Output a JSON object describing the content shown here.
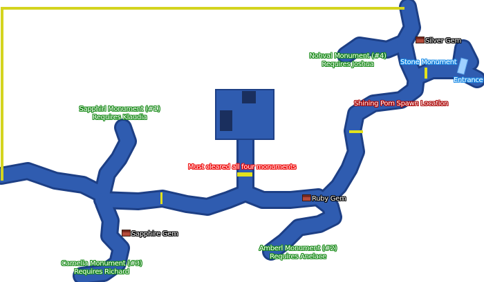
{
  "colors": {
    "corridor": "#2f5cb0",
    "corridor_edge": "#1d3f85",
    "boundary": "#d4d41e",
    "gate": "#e2e21c"
  },
  "labels": {
    "nohval": {
      "name": "Nohval Monument (#4)",
      "requires": "Requires Joshua"
    },
    "sapphirl": {
      "name": "Sapphirl Monument (#1)",
      "requires": "Requires Klaudia"
    },
    "amberl": {
      "name": "Amberl Monument (#2)",
      "requires": "Requires Anelace"
    },
    "carnelia": {
      "name": "Carnelia Monument (#3)",
      "requires": "Requires Richard"
    },
    "stone_monument": "Stone Monument",
    "entrance": "Entrance",
    "spawn": "Shining Pom Spawn Location",
    "center_note": "Must cleared all four monuments"
  },
  "items": {
    "silver": "Silver Gem",
    "ruby": "Ruby Gem",
    "sapphire": "Sapphire Gem"
  },
  "icons": {
    "chest": "treasure-chest-icon"
  }
}
